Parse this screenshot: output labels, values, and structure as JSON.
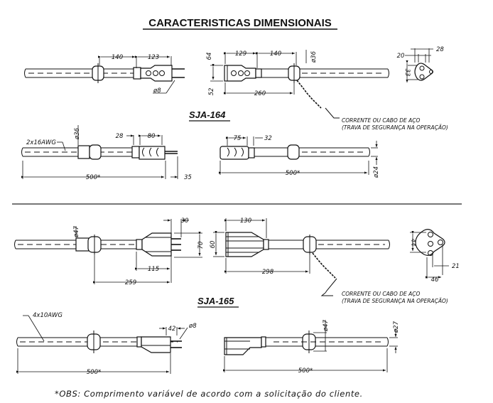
{
  "title": "CARACTERISTICAS DIMENSIONAIS",
  "footnote": "*OBS: Comprimento variável de acordo com a solicitação do cliente.",
  "sections": [
    {
      "model": "SJA-164",
      "chain_note_line1": "CORRENTE OU CABO DE AÇO",
      "chain_note_line2": "(TRAVA DE SEGURANÇA NA OPERAÇÃO)",
      "plug_top": {
        "dim_a": "140",
        "dim_b": "123",
        "pin_dia": "ø8"
      },
      "socket_top": {
        "dim_a": "129",
        "dim_b": "140",
        "dim_total": "260",
        "height_a": "64",
        "height_b": "52",
        "dia": "ø36"
      },
      "face_view": {
        "dim_a": "28",
        "dim_b": "20",
        "dim_c": "33"
      },
      "plug_side": {
        "cable": "2x16AWG",
        "dia": "ø36",
        "dim_a": "28",
        "dim_b": "80",
        "length": "500*",
        "pin_len": "35"
      },
      "socket_side": {
        "dim_a": "75",
        "dim_b": "32",
        "length": "500*",
        "dia": "ø24"
      }
    },
    {
      "model": "SJA-165",
      "chain_note_line1": "CORRENTE OU CABO DE AÇO",
      "chain_note_line2": "(TRAVA DE SEGURANÇA NA OPERAÇÃO)",
      "plug_top": {
        "dia": "ø47",
        "dim_a": "30",
        "height": "70",
        "dim_b": "115",
        "dim_total": "259"
      },
      "socket_top": {
        "dim_a": "130",
        "height": "60",
        "dim_total": "298"
      },
      "face_view": {
        "dim_a": "44",
        "dim_b": "21",
        "dim_c": "46"
      },
      "plug_side": {
        "cable": "4x10AWG",
        "dim_a": "42",
        "pin_dia": "ø8",
        "length": "500*"
      },
      "socket_side": {
        "dia_a": "ø47",
        "dia_b": "ø27",
        "length": "500*"
      }
    }
  ]
}
